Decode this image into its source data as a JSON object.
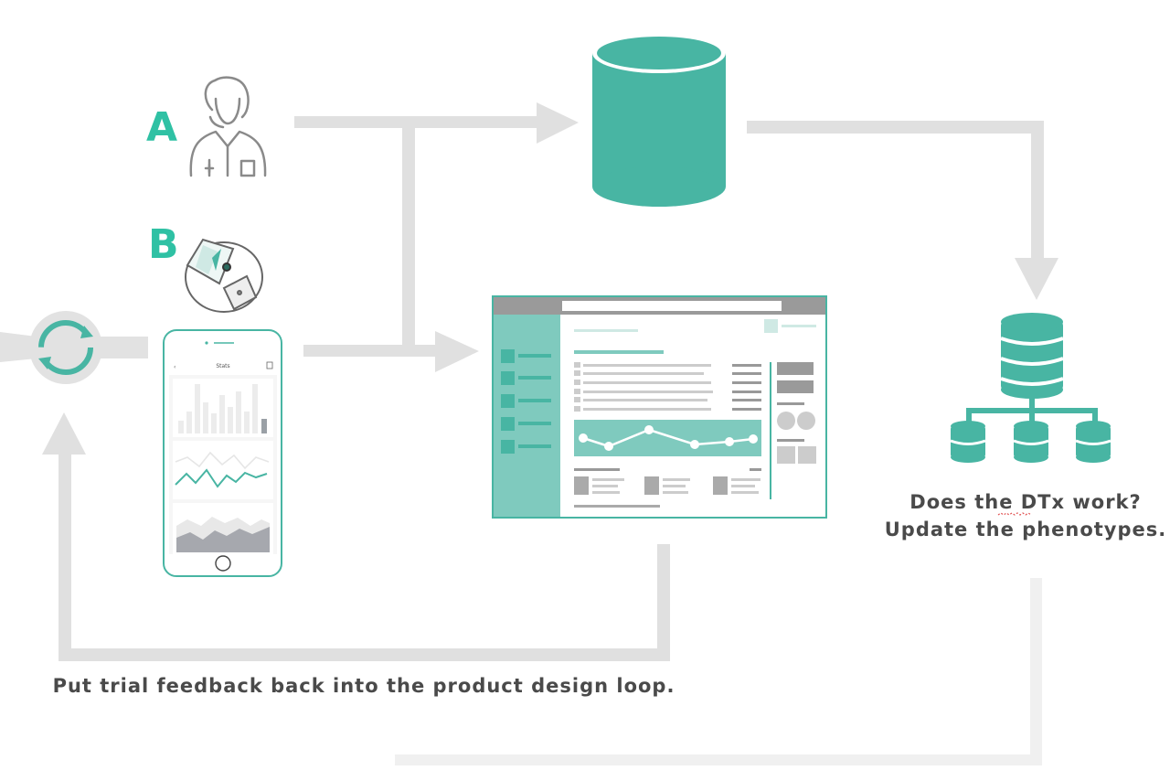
{
  "labels": {
    "a": "A",
    "b": "B"
  },
  "captions": {
    "dtx_question_line1": "Does the DTx work?",
    "dtx_question_line2": "Update the phenotypes.",
    "feedback": "Put trial feedback back into the product design loop."
  },
  "phone": {
    "screen_title": "Stats"
  },
  "colors": {
    "teal": "#48b5a3",
    "teal_light": "#7fcabe",
    "arrow_gray": "#e0e0e0",
    "text_dark": "#4a4a4a",
    "label_green": "#2fc1a4"
  },
  "icons": {
    "doctor": "doctor-icon",
    "smartwatch": "smartwatch-icon",
    "database": "database-icon",
    "database_network": "database-network-icon",
    "loop": "refresh-loop-icon"
  }
}
